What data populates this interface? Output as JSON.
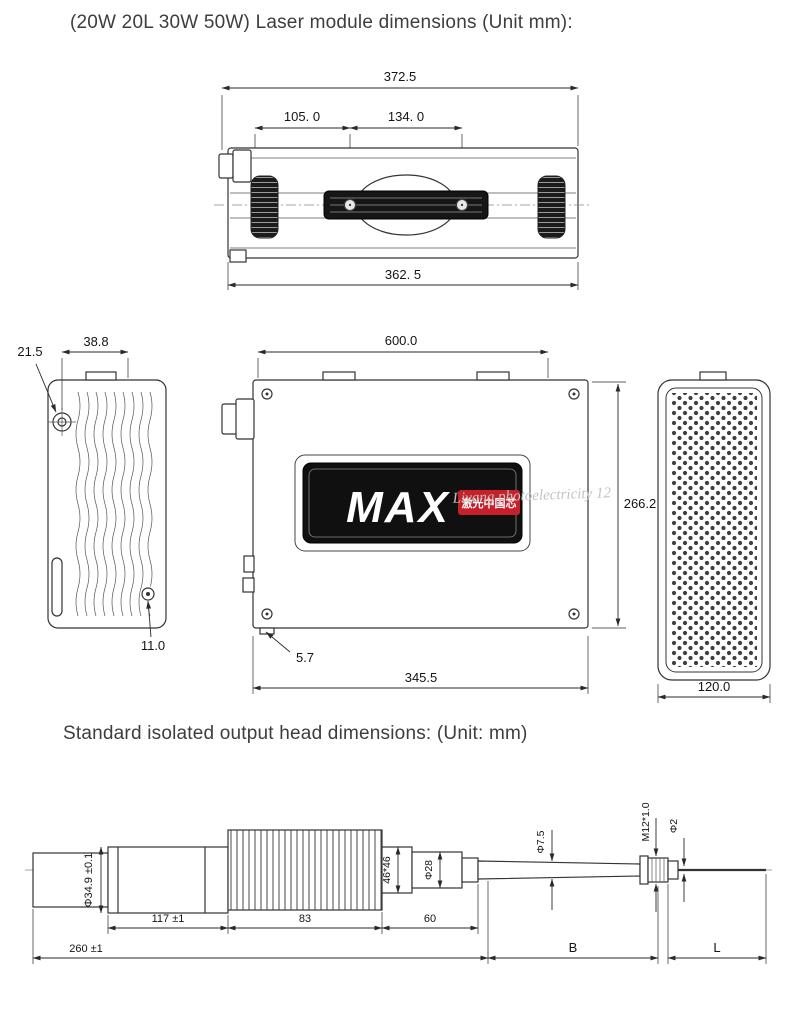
{
  "page": {
    "title_top": "(20W 20L 30W 50W) Laser module dimensions (Unit mm):",
    "title_bottom": "Standard isolated output head dimensions: (Unit: mm)",
    "watermark": "Liyang photoelectricity 12",
    "colors": {
      "logo_red": "#c8202a",
      "logo_plate": "#101010",
      "line": "#333333"
    }
  },
  "top_view": {
    "dims": {
      "overall_top": "372.5",
      "handle_left": "105. 0",
      "handle_right": "134. 0",
      "overall_bottom": "362. 5"
    }
  },
  "left_view": {
    "dims": {
      "edge_offset": "21.5",
      "top_width": "38.8",
      "screw_offset": "11.0"
    }
  },
  "front_view": {
    "dims": {
      "top_width": "600.0",
      "height": "266.2",
      "foot": "5.7",
      "bottom_width": "345.5"
    },
    "logo": {
      "text": "MAX",
      "badge": "激光中国芯"
    }
  },
  "right_view": {
    "dims": {
      "width": "120.0"
    }
  },
  "output_head": {
    "dims": {
      "body_diameter": "Φ34.9 ±0.1",
      "body_length": "117 ±1",
      "fin_length": "83",
      "barrel_length": "60",
      "overall_length": "260 ±1",
      "square_section": "46*46",
      "barrel_diameter": "Φ28",
      "tube_diameter": "Φ7.5",
      "thread": "M12*1.0",
      "fiber_diameter": "Φ2",
      "dim_b": "B",
      "dim_l": "L"
    }
  }
}
